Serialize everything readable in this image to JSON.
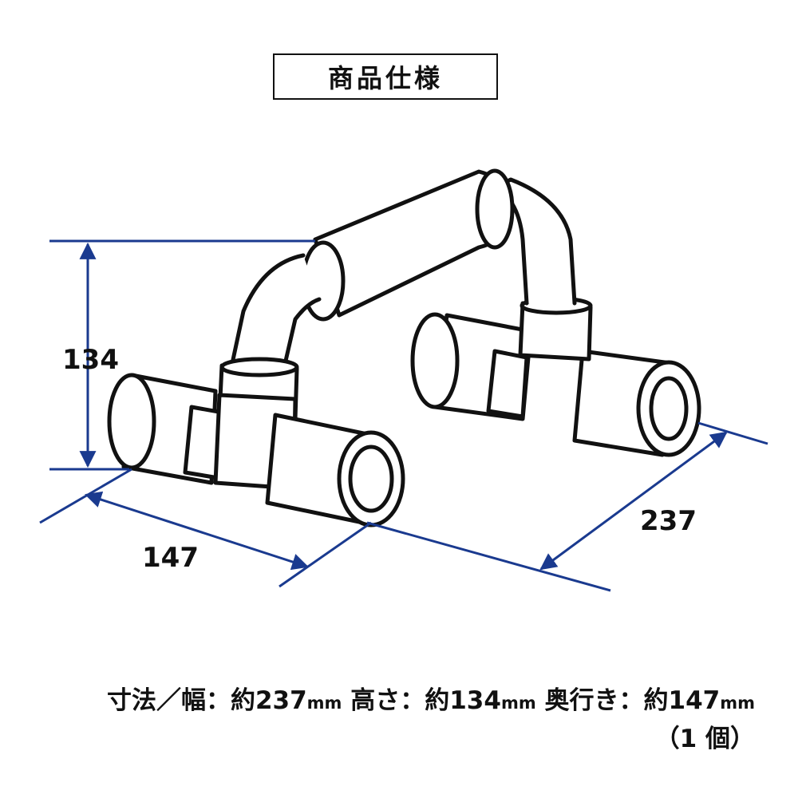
{
  "title": "商品仕様",
  "colors": {
    "dimension": "#1a3a8f",
    "outline": "#111111",
    "background": "#ffffff"
  },
  "dimensions": {
    "height": {
      "value": "134"
    },
    "depth": {
      "value": "147"
    },
    "width": {
      "value": "237"
    }
  },
  "specs": {
    "prefix": "寸法／幅：約",
    "width_value": "237",
    "height_label": " 高さ：約",
    "height_value": "134",
    "depth_label": " 奥行き：約",
    "depth_value": "147",
    "unit": "mm",
    "quantity": "（1 個）"
  }
}
